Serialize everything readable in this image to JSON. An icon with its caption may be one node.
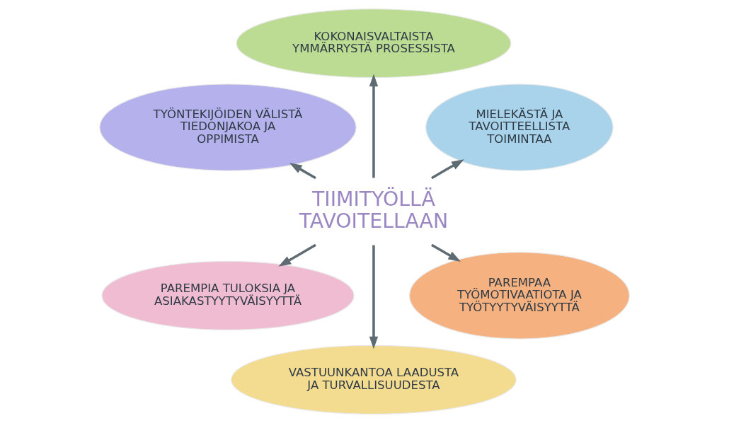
{
  "diagram": {
    "nodes": [
      {
        "text": [
          "TIIMITYÖLLÄ TAVOITELLAAN"
        ]
      },
      {
        "text": [
          "MIELEKÄSTÄ JA TAVOITTEELLISTA TOIMINTAA"
        ]
      },
      {
        "text": [
          "KOKONAISVALTAISTA YMMÄRRYSTÄ PROSESSISTA"
        ]
      },
      {
        "text": [
          "TYÖNTEKIJÖIDEN VÄLISTÄ TIEDONJAKOA JA OPPIMISTA"
        ]
      },
      {
        "text": [
          "PAREMPIA TULOKSIA JA ASIAKASTYYTYVÄISYYTTÄ"
        ]
      },
      {
        "text": [
          "VASTUUNKANTOA LAADUSTA JA TURVALLISUUDESTA"
        ]
      },
      {
        "text": [
          "PAREMPAA TYÖMOTIVAATIOTA JA TYÖTYYTYVÄISYYTTÄ"
        ]
      }
    ],
    "edges": [
      {
        "from": 0,
        "to": 1,
        "arrow": "to"
      },
      {
        "from": 0,
        "to": 2,
        "arrow": "to"
      },
      {
        "from": 0,
        "to": 3,
        "arrow": "to"
      },
      {
        "from": 0,
        "to": 4,
        "arrow": "to"
      },
      {
        "from": 0,
        "to": 5,
        "arrow": "to"
      },
      {
        "from": 0,
        "to": 6,
        "arrow": "to"
      }
    ]
  }
}
